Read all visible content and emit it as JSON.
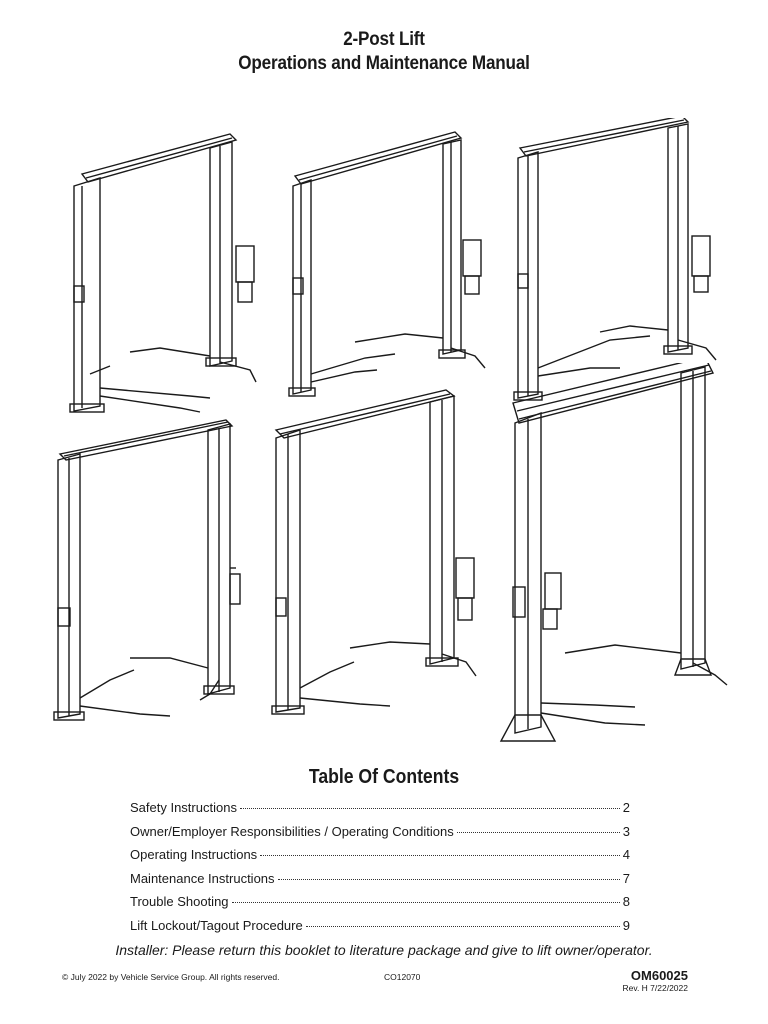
{
  "header": {
    "title_line1": "2-Post Lift",
    "title_line2": "Operations and Maintenance Manual"
  },
  "figures": {
    "icon": "two-post-lift-illustration",
    "count": 6
  },
  "toc": {
    "heading": "Table Of Contents",
    "entries": [
      {
        "label": "Safety Instructions",
        "page": "2"
      },
      {
        "label": "Owner/Employer Responsibilities / Operating Conditions",
        "page": "3"
      },
      {
        "label": "Operating Instructions",
        "page": "4"
      },
      {
        "label": "Maintenance Instructions",
        "page": "7"
      },
      {
        "label": "Trouble Shooting",
        "page": "8"
      },
      {
        "label": "Lift Lockout/Tagout Procedure",
        "page": "9"
      }
    ]
  },
  "installer_note": "Installer:  Please return this booklet to literature package and give to lift owner/operator.",
  "footer": {
    "copyright": "© July 2022 by Vehicle Service Group.  All rights reserved.",
    "code": "CO12070",
    "doc_number": "OM60025",
    "revision": "Rev. H  7/22/2022"
  },
  "colors": {
    "ink": "#1a1a1a",
    "background": "#ffffff"
  }
}
